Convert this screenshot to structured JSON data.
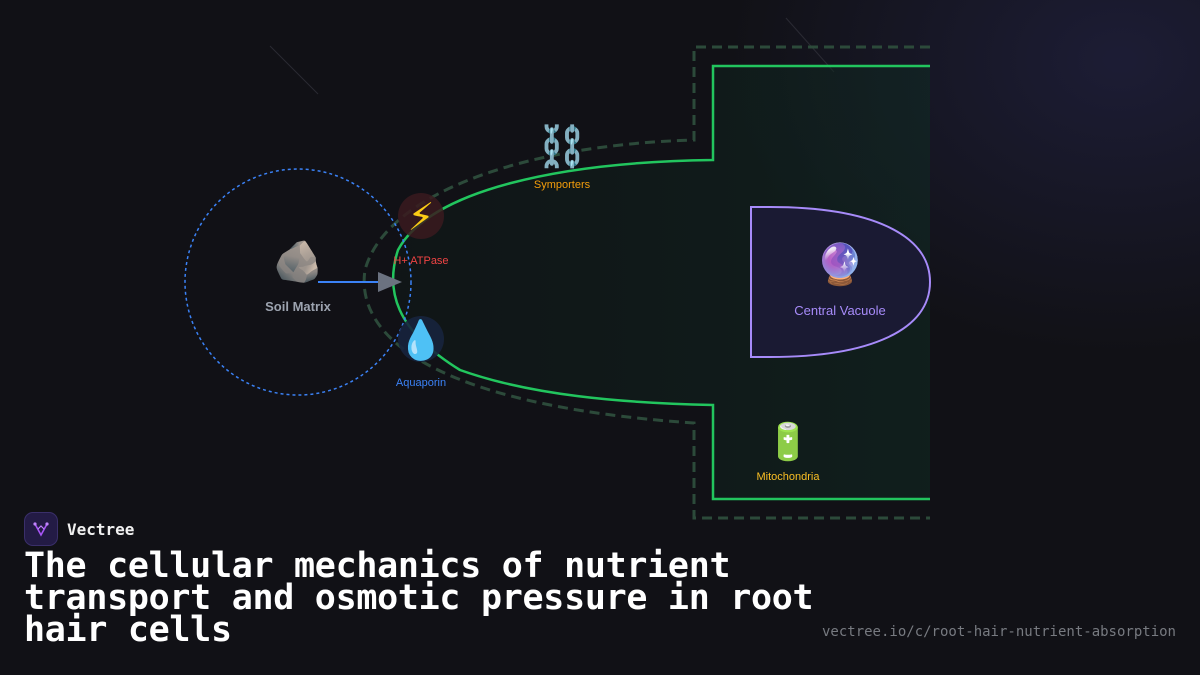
{
  "diagram": {
    "soil_matrix": {
      "label": "Soil Matrix",
      "icon": "rock-icon",
      "glyph": "🪨"
    },
    "h_atpase": {
      "label": "H+ ATPase",
      "icon": "lightning-icon",
      "glyph": "⚡"
    },
    "aquaporin": {
      "label": "Aquaporin",
      "icon": "droplet-icon",
      "glyph": "💧"
    },
    "symporters": {
      "label": "Symporters",
      "icon": "chain-icon",
      "glyph": "⛓️"
    },
    "central_vacuole": {
      "label": "Central Vacuole",
      "icon": "crystal-ball-icon",
      "glyph": "🔮"
    },
    "mitochondria": {
      "label": "Mitochondria",
      "icon": "battery-icon",
      "glyph": "🔋"
    },
    "colors": {
      "membrane": "#22c55e",
      "cell_wall": "#2c4a3a",
      "soil": "#3b82f6",
      "vacuole": "#a78bfa",
      "atpase_label": "#ef4444",
      "aquaporin_label": "#3b82f6",
      "symporter_label": "#f59e0b",
      "mitochondria_label": "#fbbf24"
    }
  },
  "brand": {
    "name": "Vectree",
    "logo_icon": "vectree-logo-icon"
  },
  "headline": "The cellular mechanics of nutrient transport and osmotic pressure in root hair cells",
  "url": "vectree.io/c/root-hair-nutrient-absorption"
}
